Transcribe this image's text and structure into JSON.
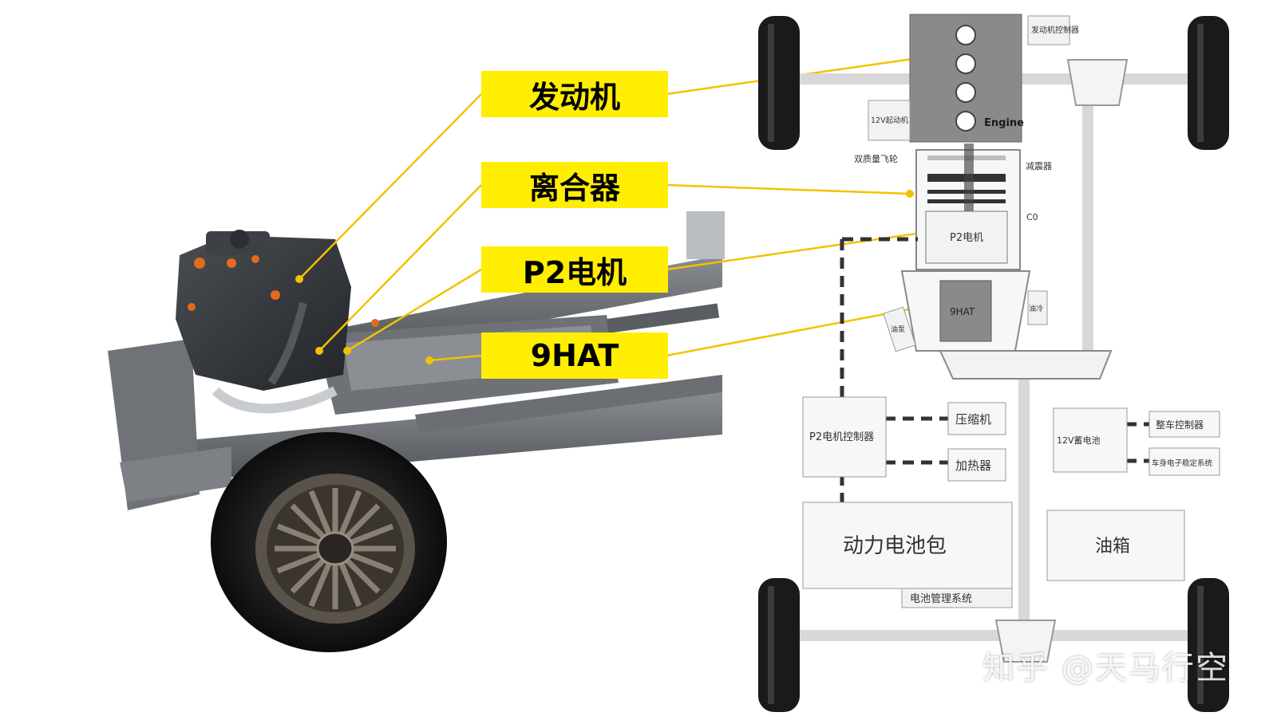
{
  "callouts": {
    "engine": "发动机",
    "clutch": "离合器",
    "p2_motor": "P2电机",
    "transmission": "9HAT"
  },
  "diagram": {
    "engine_controller": "发动机控制器",
    "starter": "12V起动机",
    "engine": "Engine",
    "dual_mass_flywheel": "双质量飞轮",
    "damper": "减震器",
    "c0": "C0",
    "p2_motor": "P2电机",
    "gearbox": "9HAT",
    "gearbox_left": "油泵",
    "gearbox_right": "油冷",
    "p2_controller": "P2电机控制器",
    "compressor": "压缩机",
    "heater": "加热器",
    "battery_12v": "12V蓄电池",
    "vehicle_controller": "整车控制器",
    "esc": "车身电子稳定系统",
    "battery_pack": "动力电池包",
    "fuel_tank": "油箱",
    "bms": "电池管理系统"
  },
  "watermark": "知乎 @天马行空",
  "colors": {
    "callout_bg": "#ffee00",
    "leader": "#f2c200",
    "engine_block": "#8a8a8a",
    "gearbox_block": "#8a8a8a"
  }
}
